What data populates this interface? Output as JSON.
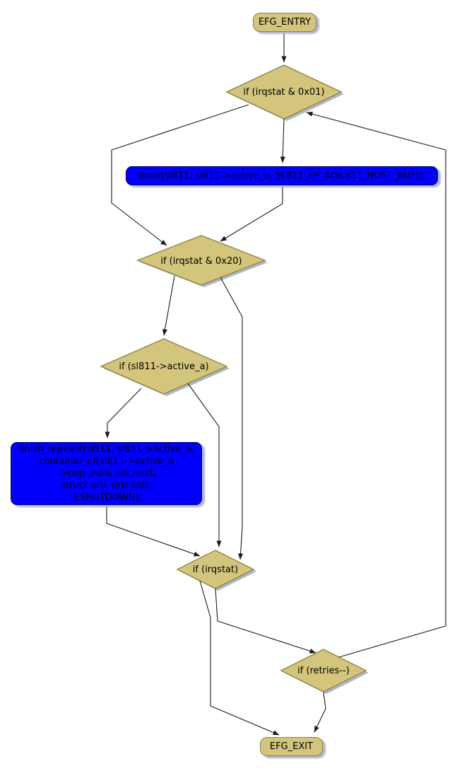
{
  "diagram": {
    "type": "control-flow-graph",
    "nodes": {
      "entry": {
        "id": "entry",
        "type": "terminal",
        "label": "EFG_ENTRY"
      },
      "cond_irqstat_0x01": {
        "id": "cond_irqstat_0x01",
        "type": "decision",
        "label": "if (irqstat & 0x01)"
      },
      "done_call": {
        "id": "done_call",
        "type": "action",
        "label": "done(sl811, sl811->active_a, SL811_EP_A(SL811_HOST_BUF));"
      },
      "cond_irqstat_0x20": {
        "id": "cond_irqstat_0x20",
        "type": "decision",
        "label": "if (irqstat & 0x20)"
      },
      "cond_active_a": {
        "id": "cond_active_a",
        "type": "decision",
        "label": "if (sl811->active_a)"
      },
      "finish_request_call": {
        "id": "finish_request_call",
        "type": "action",
        "lines": [
          "finish_request(sl811, sl811->active_a,",
          "container_of(sl811->active_a",
          "->hep->urb_list.next,",
          "struct urb, urb_list),",
          "-ESHUTDOWN);"
        ]
      },
      "cond_irqstat": {
        "id": "cond_irqstat",
        "type": "decision",
        "label": "if (irqstat)"
      },
      "cond_retries": {
        "id": "cond_retries",
        "type": "decision",
        "label": "if (retries--)"
      },
      "exit": {
        "id": "exit",
        "type": "terminal",
        "label": "EFG_EXIT"
      }
    },
    "edges": [
      {
        "from": "entry",
        "to": "cond_irqstat_0x01"
      },
      {
        "from": "cond_irqstat_0x01",
        "to": "done_call"
      },
      {
        "from": "cond_irqstat_0x01",
        "to": "cond_irqstat_0x20"
      },
      {
        "from": "done_call",
        "to": "cond_irqstat_0x20"
      },
      {
        "from": "cond_irqstat_0x20",
        "to": "cond_active_a"
      },
      {
        "from": "cond_irqstat_0x20",
        "to": "cond_irqstat"
      },
      {
        "from": "cond_active_a",
        "to": "finish_request_call"
      },
      {
        "from": "cond_active_a",
        "to": "cond_irqstat"
      },
      {
        "from": "finish_request_call",
        "to": "cond_irqstat"
      },
      {
        "from": "cond_irqstat",
        "to": "exit"
      },
      {
        "from": "cond_irqstat",
        "to": "cond_retries"
      },
      {
        "from": "cond_retries",
        "to": "exit"
      },
      {
        "from": "cond_retries",
        "to": "cond_irqstat_0x01"
      }
    ],
    "colors": {
      "node_fill": "#d4c57c",
      "node_border": "#8f8440",
      "action_fill": "#0000fa",
      "shadow": "#aeb6c8",
      "edge": "#1a1a1a",
      "background": "#ffffff"
    }
  }
}
